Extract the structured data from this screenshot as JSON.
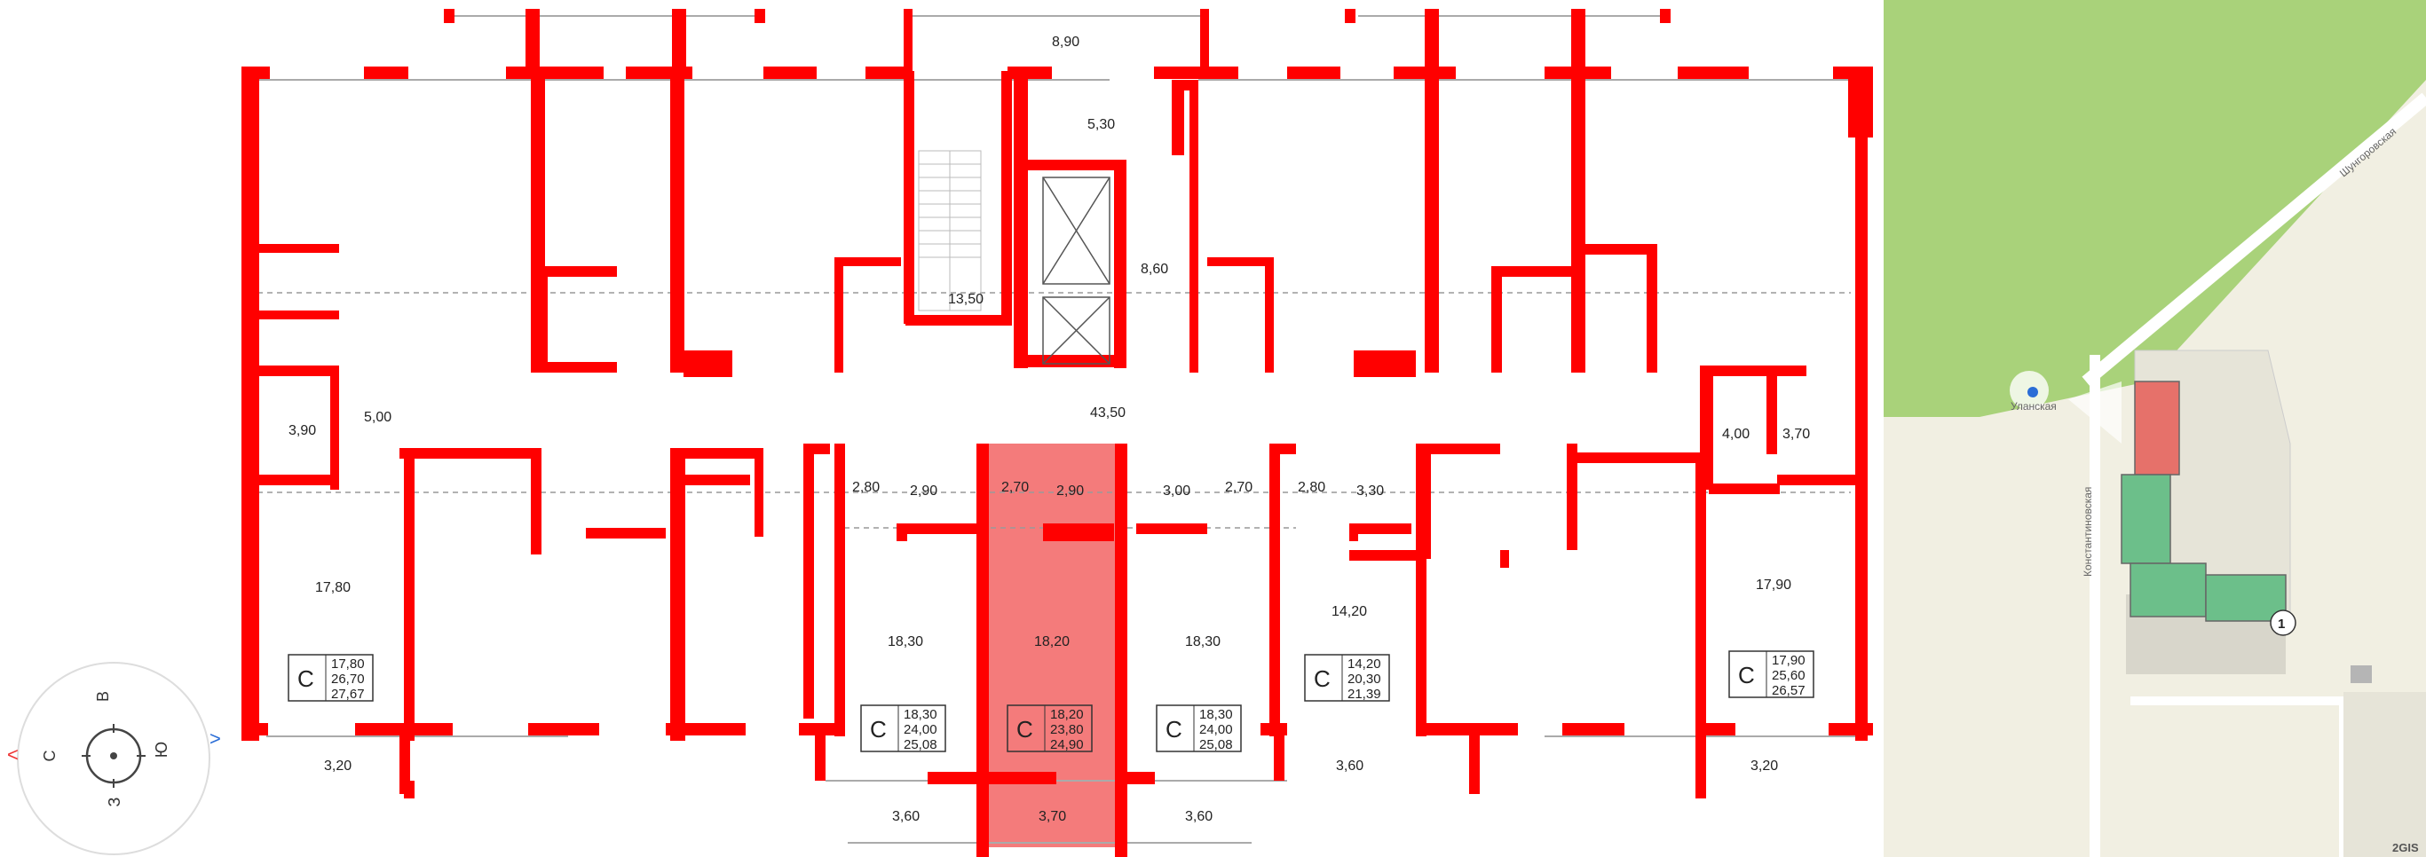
{
  "colors": {
    "wall": "#ff0000",
    "selected": "#f47b7b",
    "mapGreen": "#a9d27a",
    "mapSand": "#f1efe2"
  },
  "compass": {
    "left_arrow": "<",
    "right_arrow": ">",
    "n": "С",
    "e": "В",
    "s": "Ю",
    "w": "З"
  },
  "areas": {
    "a1": "8,90",
    "a2": "5,30",
    "a3": "8,60",
    "a4": "13,50",
    "a5": "43,50",
    "a6": "3,90",
    "a7": "5,00",
    "a8": "4,00",
    "a9": "3,70",
    "a10": "2,80",
    "a11": "2,90",
    "a12": "2,70",
    "a13": "2,90",
    "a14": "3,00",
    "a15": "2,70",
    "a16": "2,80",
    "a17": "3,30",
    "a18": "17,80",
    "a19": "18,30",
    "a20": "18,20",
    "a21": "18,30",
    "a22": "14,20",
    "a23": "17,90",
    "a24": "3,20",
    "a25": "3,60",
    "a26": "3,70",
    "a27": "3,60",
    "a28": "3,60",
    "a29": "3,20"
  },
  "tags": [
    {
      "type": "С",
      "v1": "17,80",
      "v2": "26,70",
      "v3": "27,67"
    },
    {
      "type": "С",
      "v1": "18,30",
      "v2": "24,00",
      "v3": "25,08"
    },
    {
      "type": "С",
      "v1": "18,20",
      "v2": "23,80",
      "v3": "24,90"
    },
    {
      "type": "С",
      "v1": "18,30",
      "v2": "24,00",
      "v3": "25,08"
    },
    {
      "type": "С",
      "v1": "14,20",
      "v2": "20,30",
      "v3": "21,39"
    },
    {
      "type": "С",
      "v1": "17,90",
      "v2": "25,60",
      "v3": "26,57"
    }
  ],
  "map": {
    "street_1": "Шунгоровская",
    "street_2": "Константиновская",
    "stop": "Уланская",
    "building_no": "1",
    "brand": "2GIS"
  }
}
